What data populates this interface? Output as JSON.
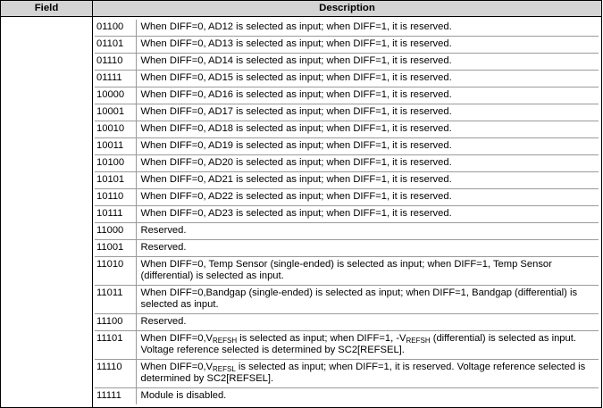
{
  "table": {
    "header": {
      "field": "Field",
      "description": "Description"
    },
    "rows": [
      {
        "code": "01100",
        "text": "When DIFF=0, AD12 is selected as input; when DIFF=1, it is reserved."
      },
      {
        "code": "01101",
        "text": "When DIFF=0, AD13 is selected as input; when DIFF=1, it is reserved."
      },
      {
        "code": "01110",
        "text": "When DIFF=0, AD14 is selected as input; when DIFF=1, it is reserved."
      },
      {
        "code": "01111",
        "text": "When DIFF=0, AD15 is selected as input; when DIFF=1, it is reserved."
      },
      {
        "code": "10000",
        "text": "When DIFF=0, AD16 is selected as input; when DIFF=1, it is reserved."
      },
      {
        "code": "10001",
        "text": "When DIFF=0, AD17 is selected as input; when DIFF=1, it is reserved."
      },
      {
        "code": "10010",
        "text": "When DIFF=0, AD18 is selected as input; when DIFF=1, it is reserved."
      },
      {
        "code": "10011",
        "text": "When DIFF=0, AD19 is selected as input; when DIFF=1, it is reserved."
      },
      {
        "code": "10100",
        "text": "When DIFF=0, AD20 is selected as input; when DIFF=1, it is reserved."
      },
      {
        "code": "10101",
        "text": "When DIFF=0, AD21 is selected as input; when DIFF=1, it is reserved."
      },
      {
        "code": "10110",
        "text": "When DIFF=0, AD22 is selected as input; when DIFF=1, it is reserved."
      },
      {
        "code": "10111",
        "text": "When DIFF=0, AD23 is selected as input; when DIFF=1, it is reserved."
      },
      {
        "code": "11000",
        "text": "Reserved."
      },
      {
        "code": "11001",
        "text": "Reserved."
      },
      {
        "code": "11010",
        "text": "When DIFF=0, Temp Sensor (single-ended) is selected as input; when DIFF=1, Temp Sensor (differential) is selected as input."
      },
      {
        "code": "11011",
        "text": "When DIFF=0,Bandgap (single-ended) is selected as input; when DIFF=1, Bandgap (differential) is selected as input."
      },
      {
        "code": "11100",
        "text": "Reserved."
      }
    ],
    "vrefsh_row": {
      "code": "11101",
      "p1": "When DIFF=0,V",
      "sub1": "REFSH",
      "p2": " is selected as input; when DIFF=1, -V",
      "sub2": "REFSH",
      "p3": " (differential) is selected as input. Voltage reference selected is determined by SC2[REFSEL]."
    },
    "vrefsl_row": {
      "code": "11110",
      "p1": "When DIFF=0,V",
      "sub1": "REFSL",
      "p2": " is selected as input; when DIFF=1, it is reserved. Voltage reference selected is determined by SC2[REFSEL]."
    },
    "last_row": {
      "code": "11111",
      "text": "Module is disabled."
    }
  }
}
